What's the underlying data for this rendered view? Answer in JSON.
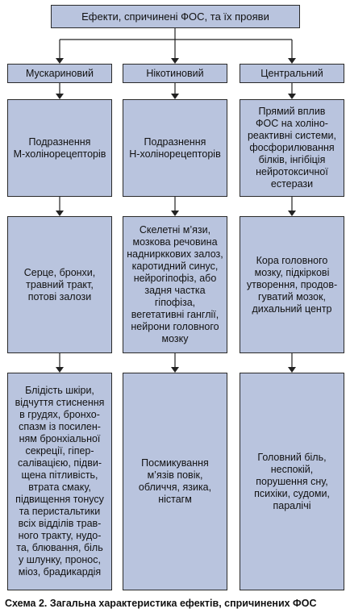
{
  "title": "Ефекти, спричинені ФОС, та їх прояви",
  "columns": [
    {
      "header": "Мускариновий",
      "cells": [
        "Подразнення\nМ-холінорецепторів",
        "Серце, бронхи,\nтравний тракт,\nпотові залози",
        "Блідість шкіри,\nвідчуття стиснення\nв грудях, бронхо-\nспазм із посилен-\nням бронхіальної\nсекреції, гіпер-\nсалівацією, підви-\nщена пітливість,\nвтрата смаку,\nпідвищення тонусу\nта перистальтики\nвсіх відділів трав-\nного тракту, нудо-\nта, блювання, біль\nу шлунку, пронос,\nміоз, брадикардія"
      ]
    },
    {
      "header": "Нікотиновий",
      "cells": [
        "Подразнення\nН-холінорецепторів",
        "Скелетні м’язи,\nмозкова речовина\nнаднирккових залоз,\nкаротидний синус,\nнейрогіпофіз, або\nзадня частка\nгіпофіза,\nвегетативні ганглії,\nнейрони головного\nмозку",
        "Посмикування\nм’язів повік,\nобличчя, язика,\nністагм"
      ]
    },
    {
      "header": "Центральний",
      "cells": [
        "Прямий вплив\nФОС на холіно-\nреактивні системи,\nфосфорилювання\nбілків, інгібіція\nнейротоксичної\nестерази",
        "Кора головного\nмозку, підкіркові\nутворення, продов-\nгуватий мозок,\nдихальний центр",
        "Головний біль,\nнеспокій,\nпорушення сну,\nпсихіки, судоми,\nпаралічі"
      ]
    }
  ],
  "caption": "Схема 2. Загальна характеристика ефектів, спричинених ФОС"
}
